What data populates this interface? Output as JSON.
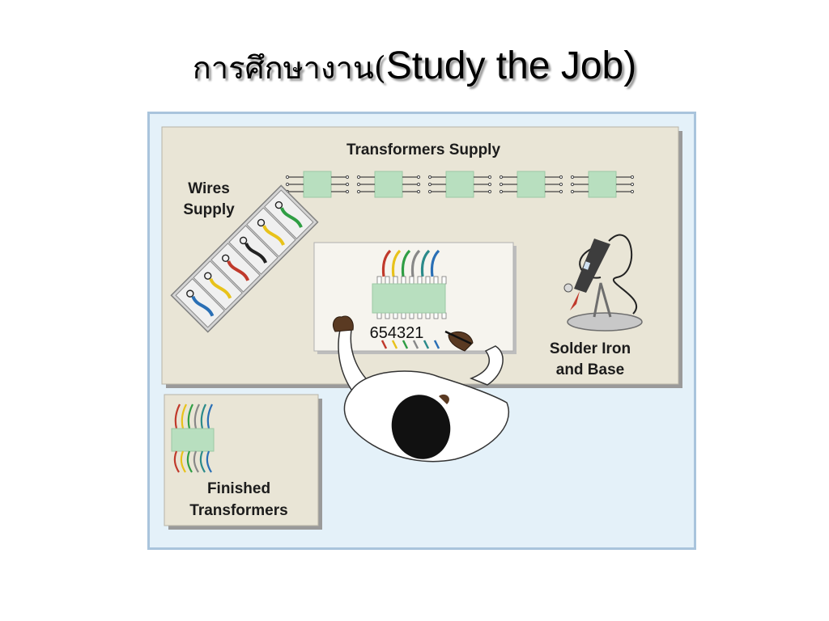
{
  "slide": {
    "title_thai": "การศึกษางาน(",
    "title_english": "Study the Job)"
  },
  "diagram": {
    "labels": {
      "transformers_supply": "Transformers Supply",
      "wires_supply_line1": "Wires",
      "wires_supply_line2": "Supply",
      "solder_line1": "Solder Iron",
      "solder_line2": "and Base",
      "finished_line1": "Finished",
      "finished_line2": "Transformers",
      "board_number": "654321"
    },
    "wire_colors": [
      "#c0392b",
      "#e8c21a",
      "#2f9e44",
      "#888888",
      "#2b8a8a",
      "#2a6fb5"
    ],
    "wire_bin_colors": [
      "#2a6fb5",
      "#e8c21a",
      "#c0392b",
      "#222222",
      "#e8c21a",
      "#2f9e44"
    ],
    "colors": {
      "panel_border": "#a9c4dc",
      "floor": "#e4f1f9",
      "bench": "#e9e5d6",
      "transformer": "#b8dfbf"
    }
  }
}
